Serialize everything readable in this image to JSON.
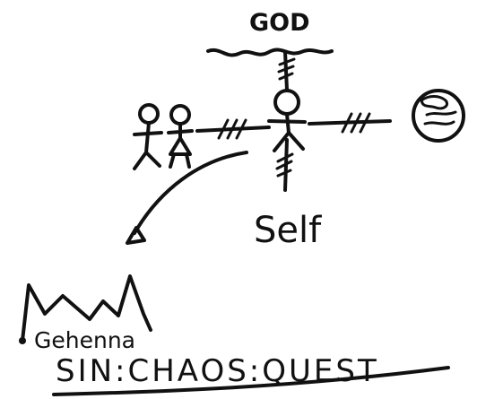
{
  "labels": {
    "god": "GOD",
    "self": "Self",
    "gehenna": "Gehenna",
    "motto": "SIN:CHAOS:QUEST"
  },
  "icons": {
    "person": "stick-figure-icon",
    "couple": "couple-stick-figures-icon",
    "world": "globe-icon",
    "hell": "gehenna-mountain-icon",
    "broken_link": "hatched-broken-line-icon"
  }
}
